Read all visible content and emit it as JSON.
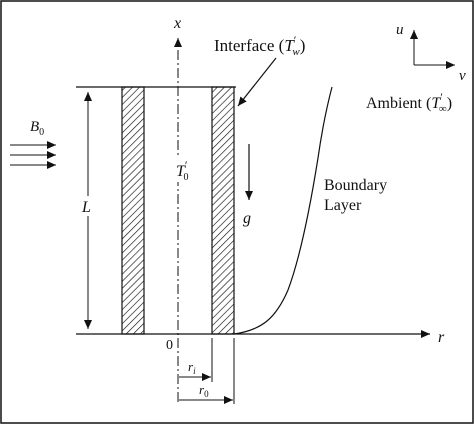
{
  "labels": {
    "axis_x": "x",
    "axis_r": "r",
    "origin": "0",
    "interface_text": "Interface (",
    "interface_T": "T",
    "interface_prime": "′",
    "interface_sub": "w",
    "interface_close": ")",
    "vel_u": "u",
    "vel_v": "v",
    "ambient_text": "Ambient (",
    "ambient_T": "T",
    "ambient_prime": "′",
    "ambient_sub": "∞",
    "ambient_close": ")",
    "field_B": "B",
    "field_sub": "0",
    "length_L": "L",
    "inner_T": "T",
    "inner_prime": "′",
    "inner_sub": "0",
    "gravity": "g",
    "boundary_line1": "Boundary",
    "boundary_line2": "Layer",
    "ri_r": "r",
    "ri_sub": "i",
    "r0_r": "r",
    "r0_sub": "0"
  },
  "colors": {
    "ink": "#111111",
    "background": "#ffffff",
    "hatch": "#111111"
  }
}
